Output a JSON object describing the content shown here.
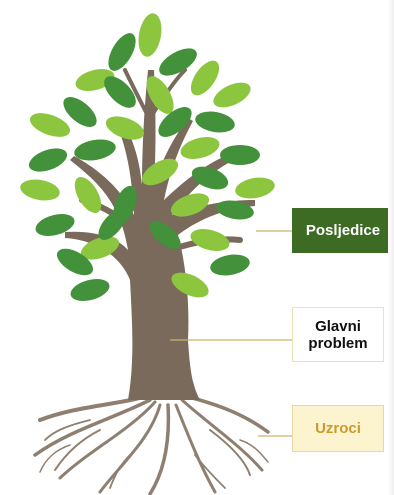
{
  "labels": {
    "effects": "Posljedice",
    "problem": "Glavni problem",
    "causes": "Uzroci"
  },
  "colors": {
    "trunk": "#7a6a5c",
    "trunk_light": "#8f7f70",
    "leaf_dark": "#43913b",
    "leaf_light": "#8cc63f",
    "effects_box_bg": "#3e6b24",
    "effects_box_text": "#ffffff",
    "causes_box_bg": "#fcf3cf",
    "causes_box_text": "#c99a2e",
    "connector": "#c9b46a"
  }
}
